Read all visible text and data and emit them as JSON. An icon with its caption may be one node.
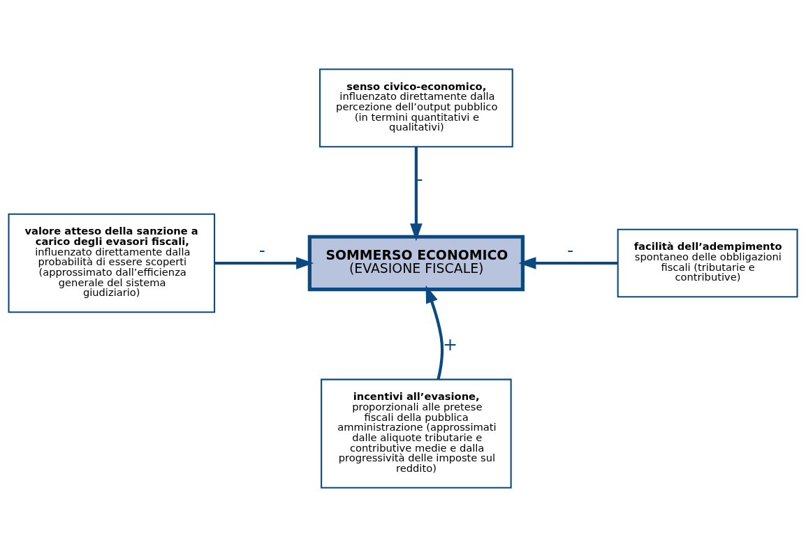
{
  "diagram": {
    "nodes": [
      {
        "text": [
          "senso civico-economico,",
          "influenzato direttamente dalla percezione dell’output pubblico (in termini quantitativi e qualitativi)"
        ]
      },
      {
        "text": [
          "valore atteso della sanzione a carico degli evasori fiscali,",
          "influenzato direttamente dalla probabilità di essere scoperti (approssimato dall’efficienza generale del sistema giudiziario)"
        ]
      },
      {
        "text": [
          "SOMMERSO ECONOMICO",
          "(EVASIONE FISCALE)"
        ]
      },
      {
        "text": [
          "facilità dell’adempimento",
          "spontaneo delle obbligazioni fiscali (tributarie e contributive)"
        ]
      },
      {
        "text": [
          "incentivi all’evasione,",
          "proporzionali alle pretese fiscali della pubblica amministrazione (approssimati dalle aliquote tributarie e contributive medie e dalla progressività delle imposte sul reddito)"
        ]
      }
    ],
    "edges": [
      {
        "from": 0,
        "to": 2,
        "arrow": "to",
        "label": "-"
      },
      {
        "from": 1,
        "to": 2,
        "arrow": "to",
        "label": "-"
      },
      {
        "from": 3,
        "to": 2,
        "arrow": "to",
        "label": "-"
      },
      {
        "from": 4,
        "to": 2,
        "arrow": "to",
        "label": "+"
      }
    ]
  }
}
